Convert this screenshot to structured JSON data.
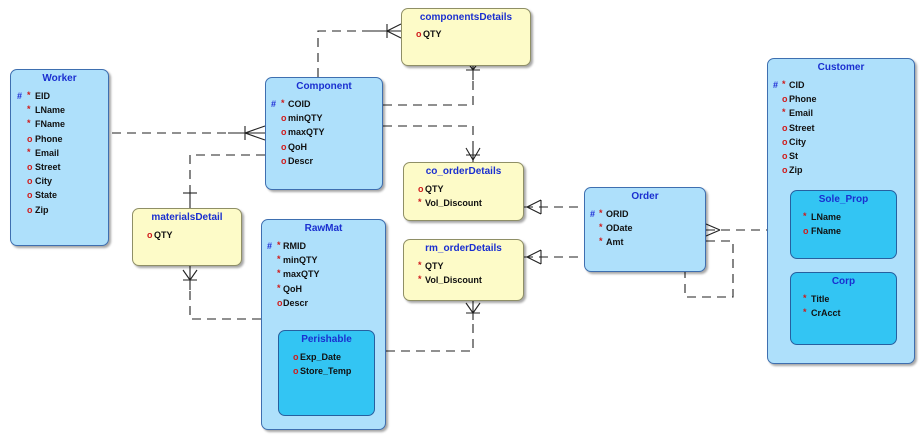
{
  "entities": {
    "worker": {
      "title": "Worker",
      "attrs": [
        {
          "pk": "#",
          "mark": "*",
          "name": "EID"
        },
        {
          "pk": "",
          "mark": "*",
          "name": "LName"
        },
        {
          "pk": "",
          "mark": "*",
          "name": "FName"
        },
        {
          "pk": "",
          "mark": "o",
          "name": "Phone"
        },
        {
          "pk": "",
          "mark": "*",
          "name": "Email"
        },
        {
          "pk": "",
          "mark": "o",
          "name": "Street"
        },
        {
          "pk": "",
          "mark": "o",
          "name": "City"
        },
        {
          "pk": "",
          "mark": "o",
          "name": "State"
        },
        {
          "pk": "",
          "mark": "o",
          "name": "Zip"
        }
      ]
    },
    "component": {
      "title": "Component",
      "attrs": [
        {
          "pk": "#",
          "mark": "*",
          "name": "COID"
        },
        {
          "pk": "",
          "mark": "o",
          "name": "minQTY"
        },
        {
          "pk": "",
          "mark": "o",
          "name": "maxQTY"
        },
        {
          "pk": "",
          "mark": "o",
          "name": "QoH"
        },
        {
          "pk": "",
          "mark": "o",
          "name": "Descr"
        }
      ]
    },
    "components_details": {
      "title": "componentsDetails",
      "attrs": [
        {
          "pk": "",
          "mark": "o",
          "name": "QTY"
        }
      ]
    },
    "materials_detail": {
      "title": "materialsDetail",
      "attrs": [
        {
          "pk": "",
          "mark": "o",
          "name": "QTY"
        }
      ]
    },
    "raw_mat": {
      "title": "RawMat",
      "attrs": [
        {
          "pk": "#",
          "mark": "*",
          "name": "RMID"
        },
        {
          "pk": "",
          "mark": "*",
          "name": "minQTY"
        },
        {
          "pk": "",
          "mark": "*",
          "name": "maxQTY"
        },
        {
          "pk": "",
          "mark": "*",
          "name": "QoH"
        },
        {
          "pk": "",
          "mark": "o",
          "name": "Descr"
        }
      ]
    },
    "perishable": {
      "title": "Perishable",
      "attrs": [
        {
          "pk": "",
          "mark": "o",
          "name": "Exp_Date"
        },
        {
          "pk": "",
          "mark": "o",
          "name": "Store_Temp"
        }
      ]
    },
    "co_order_details": {
      "title": "co_orderDetails",
      "attrs": [
        {
          "pk": "",
          "mark": "o",
          "name": "QTY"
        },
        {
          "pk": "",
          "mark": "*",
          "name": "Vol_Discount"
        }
      ]
    },
    "rm_order_details": {
      "title": "rm_orderDetails",
      "attrs": [
        {
          "pk": "",
          "mark": "*",
          "name": "QTY"
        },
        {
          "pk": "",
          "mark": "*",
          "name": "Vol_Discount"
        }
      ]
    },
    "order": {
      "title": "Order",
      "attrs": [
        {
          "pk": "#",
          "mark": "*",
          "name": "ORID"
        },
        {
          "pk": "",
          "mark": "*",
          "name": "ODate"
        },
        {
          "pk": "",
          "mark": "*",
          "name": "Amt"
        }
      ]
    },
    "customer": {
      "title": "Customer",
      "attrs": [
        {
          "pk": "#",
          "mark": "*",
          "name": "CID"
        },
        {
          "pk": "",
          "mark": "o",
          "name": "Phone"
        },
        {
          "pk": "",
          "mark": "*",
          "name": "Email"
        },
        {
          "pk": "",
          "mark": "o",
          "name": "Street"
        },
        {
          "pk": "",
          "mark": "o",
          "name": "City"
        },
        {
          "pk": "",
          "mark": "o",
          "name": "St"
        },
        {
          "pk": "",
          "mark": "o",
          "name": "Zip"
        }
      ]
    },
    "sole_prop": {
      "title": "Sole_Prop",
      "attrs": [
        {
          "pk": "",
          "mark": "*",
          "name": "LName"
        },
        {
          "pk": "",
          "mark": "o",
          "name": "FName"
        }
      ]
    },
    "corp": {
      "title": "Corp",
      "attrs": [
        {
          "pk": "",
          "mark": "*",
          "name": "Title"
        },
        {
          "pk": "",
          "mark": "*",
          "name": "CrAcct"
        }
      ]
    }
  },
  "colors": {
    "entity_fill": "#aee0fb",
    "relation_fill": "#fdfbc8",
    "subtype_fill": "#33c5f3",
    "title_text": "#1a2fd0",
    "pk_marker": "#1d2bd6",
    "attr_marker": "#d01a1a",
    "line": "#222222"
  }
}
